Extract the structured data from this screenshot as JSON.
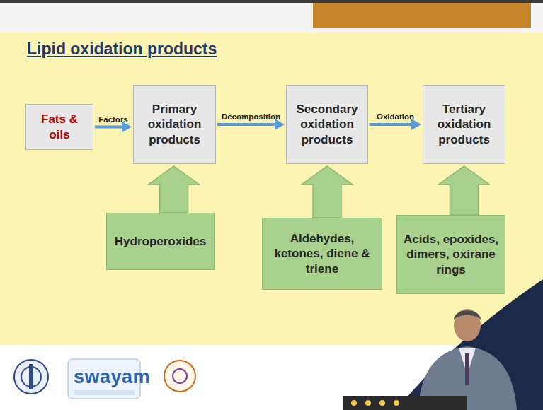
{
  "diagram": {
    "title": "Lipid oxidation products",
    "nodes": [
      {
        "text": [
          "Fats & oils"
        ]
      },
      {
        "text": [
          "Primary oxidation products"
        ]
      },
      {
        "text": [
          "Secondary oxidation products"
        ]
      },
      {
        "text": [
          "Tertiary oxidation products"
        ]
      },
      {
        "text": [
          "Hydroperoxides"
        ]
      },
      {
        "text": [
          "Aldehydes, ketones, diene & triene"
        ]
      },
      {
        "text": [
          "Acids, epoxides, dimers, oxirane rings"
        ]
      }
    ],
    "edges": [
      {
        "from": 0,
        "to": 1,
        "arrow": "to",
        "label": "Factors"
      },
      {
        "from": 1,
        "to": 2,
        "arrow": "to",
        "label": "Decomposition"
      },
      {
        "from": 2,
        "to": 3,
        "arrow": "to",
        "label": "Oxidation"
      },
      {
        "from": 4,
        "to": 1,
        "arrow": "to"
      },
      {
        "from": 5,
        "to": 2,
        "arrow": "to"
      },
      {
        "from": 6,
        "to": 3,
        "arrow": "to"
      }
    ],
    "labels": [
      "swayam"
    ]
  }
}
